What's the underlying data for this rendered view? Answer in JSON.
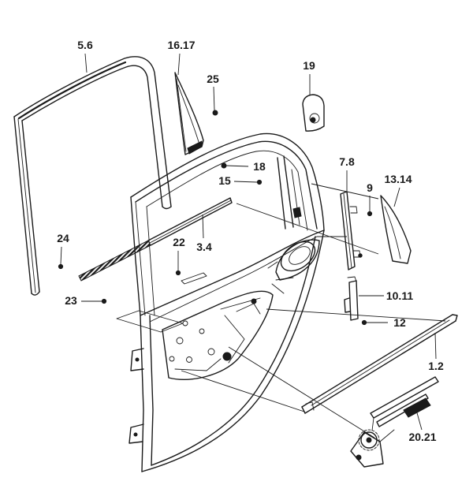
{
  "colors": {
    "ink": "#1a1a1a",
    "paper": "#ffffff"
  },
  "callouts": [
    "5.6",
    "16.17",
    "25",
    "19",
    "18",
    "15",
    "7.8",
    "9",
    "13.14",
    "24",
    "22",
    "3.4",
    "23",
    "10.11",
    "12",
    "1.2",
    "20.21"
  ]
}
